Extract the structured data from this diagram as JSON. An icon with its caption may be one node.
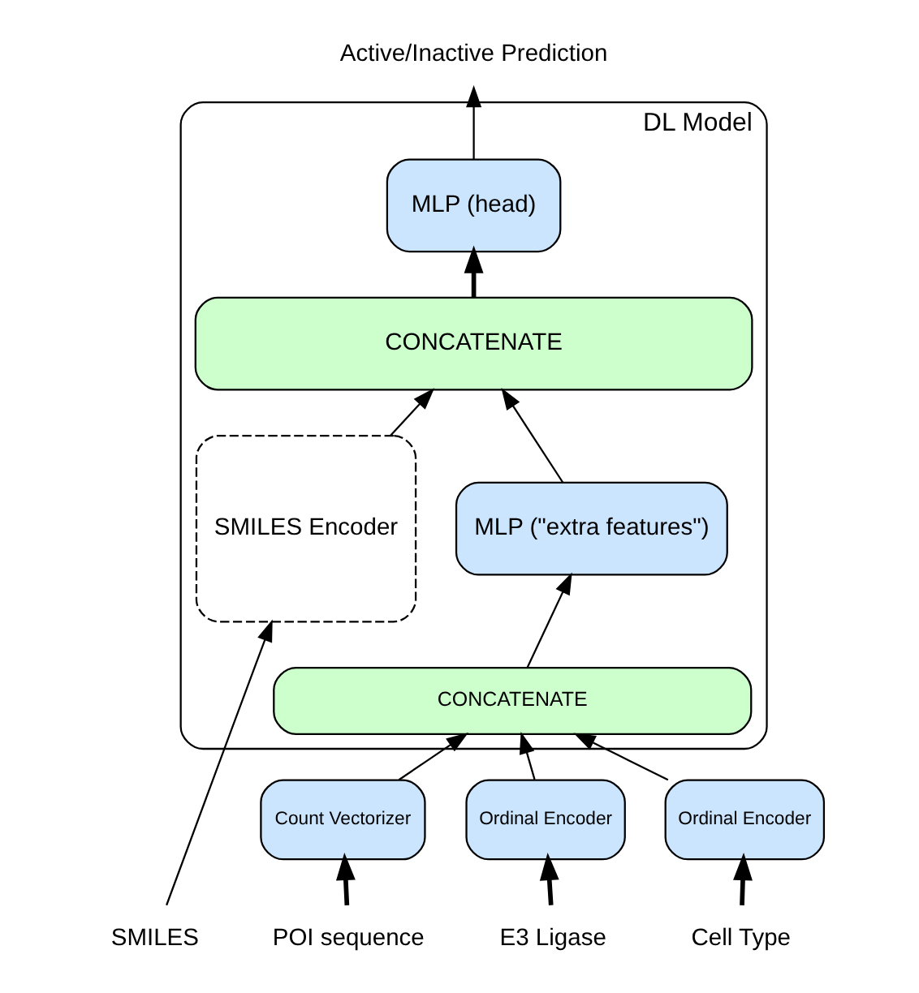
{
  "diagram": {
    "nodes": [
      {
        "text": [
          "DL Model"
        ]
      },
      {
        "text": [
          "MLP (head)"
        ],
        "in": 0
      },
      {
        "text": [
          "CONCATENATE"
        ],
        "in": 0
      },
      {
        "text": [
          "SMILES Encoder"
        ],
        "in": 0
      },
      {
        "text": [
          "MLP (\"extra features\")"
        ],
        "in": 0
      },
      {
        "text": [
          "CONCATENATE"
        ],
        "in": 0
      },
      {
        "text": [
          "Count Vectorizer"
        ]
      },
      {
        "text": [
          "Ordinal Encoder"
        ]
      },
      {
        "text": [
          "Ordinal Encoder"
        ]
      },
      {
        "text": [
          "Active/Inactive Prediction"
        ]
      },
      {
        "text": [
          "SMILES"
        ]
      },
      {
        "text": [
          "POI sequence"
        ]
      },
      {
        "text": [
          "E3 Ligase"
        ]
      },
      {
        "text": [
          "Cell Type"
        ]
      }
    ],
    "edges": [
      {
        "from": 1,
        "to": 9,
        "arrow": "to"
      },
      {
        "from": 2,
        "to": 1,
        "arrow": "to",
        "style": "thick"
      },
      {
        "from": 3,
        "to": 2,
        "arrow": "to"
      },
      {
        "from": 4,
        "to": 2,
        "arrow": "to"
      },
      {
        "from": 5,
        "to": 4,
        "arrow": "to"
      },
      {
        "from": 6,
        "to": 5,
        "arrow": "to"
      },
      {
        "from": 7,
        "to": 5,
        "arrow": "to"
      },
      {
        "from": 8,
        "to": 5,
        "arrow": "to"
      },
      {
        "from": 10,
        "to": 3,
        "arrow": "to"
      },
      {
        "from": 11,
        "to": 6,
        "arrow": "to",
        "style": "thick"
      },
      {
        "from": 12,
        "to": 7,
        "arrow": "to",
        "style": "thick"
      },
      {
        "from": 13,
        "to": 8,
        "arrow": "to",
        "style": "thick"
      }
    ]
  }
}
